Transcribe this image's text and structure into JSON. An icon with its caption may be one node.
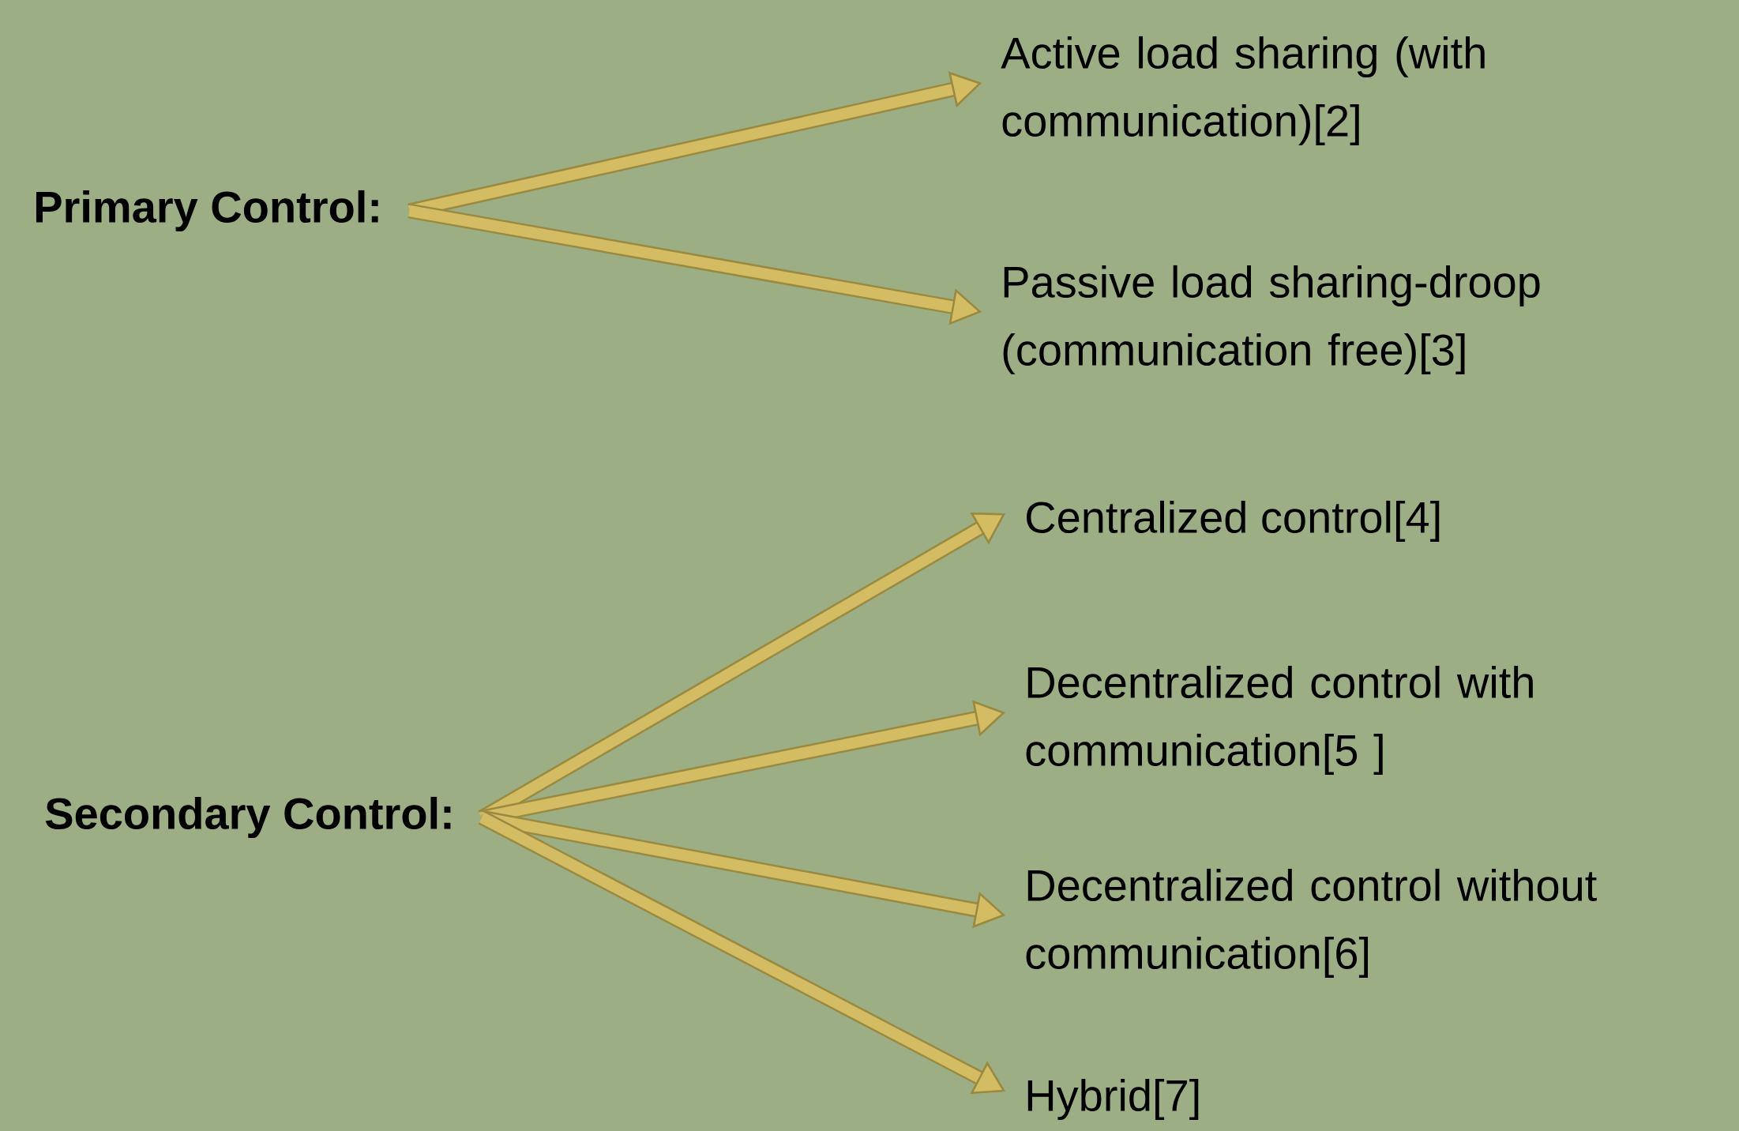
{
  "diagram": {
    "nodes": [
      {
        "text": [
          "Primary Control:"
        ]
      },
      {
        "text": [
          "Active load sharing (with communication)[2]"
        ]
      },
      {
        "text": [
          "Passive load sharing-droop (communication free)[3]"
        ]
      },
      {
        "text": [
          "Secondary Control:"
        ]
      },
      {
        "text": [
          "Centralized control[4]"
        ]
      },
      {
        "text": [
          "Decentralized control with communication[5 ]"
        ]
      },
      {
        "text": [
          "Decentralized control without communication[6]"
        ]
      },
      {
        "text": [
          "Hybrid[7]"
        ]
      }
    ],
    "edges": [
      {
        "from": 0,
        "to": 1,
        "arrow": "to"
      },
      {
        "from": 0,
        "to": 2,
        "arrow": "to"
      },
      {
        "from": 3,
        "to": 4,
        "arrow": "to"
      },
      {
        "from": 3,
        "to": 5,
        "arrow": "to"
      },
      {
        "from": 3,
        "to": 6,
        "arrow": "to"
      },
      {
        "from": 3,
        "to": 7,
        "arrow": "to"
      }
    ]
  }
}
